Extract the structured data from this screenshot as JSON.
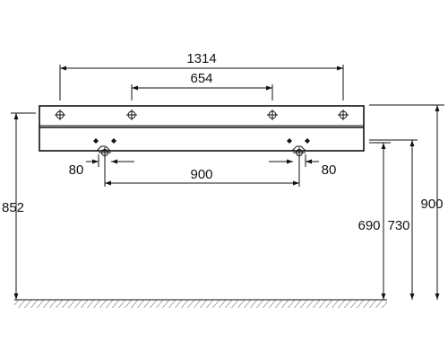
{
  "dimensions": {
    "total_width": "1314",
    "inner_width": "654",
    "basin_spacing": "900",
    "left_offset": "80",
    "right_offset": "80",
    "height_total": "852",
    "height_690": "690",
    "height_730": "730",
    "height_900": "900"
  },
  "colors": {
    "line": "#111111",
    "background": "#ffffff"
  }
}
